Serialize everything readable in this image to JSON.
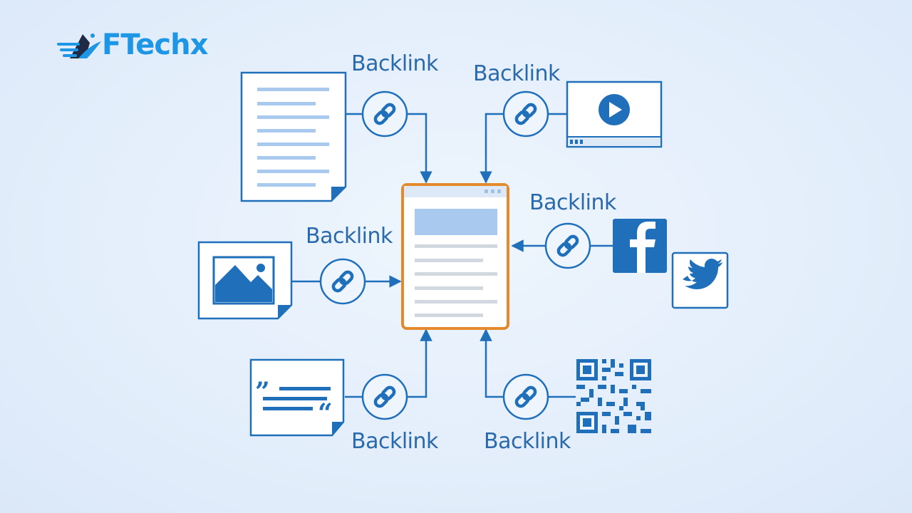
{
  "brand": {
    "name": "FTechx",
    "colors": {
      "primary": "#1f6fba",
      "accent": "#1e96e6",
      "highlight": "#e28a2c"
    }
  },
  "diagram": {
    "center": {
      "name": "target-web-page"
    },
    "sources": [
      {
        "id": "article",
        "icon": "document-icon",
        "label": "Backlink"
      },
      {
        "id": "video",
        "icon": "video-player-icon",
        "label": "Backlink"
      },
      {
        "id": "social",
        "icon": "facebook-icon",
        "label": "Backlink"
      },
      {
        "id": "image",
        "icon": "image-icon",
        "label": "Backlink"
      },
      {
        "id": "quote",
        "icon": "quote-card-icon",
        "label": "Backlink"
      },
      {
        "id": "qrcode",
        "icon": "qr-code-icon",
        "label": "Backlink"
      }
    ]
  }
}
